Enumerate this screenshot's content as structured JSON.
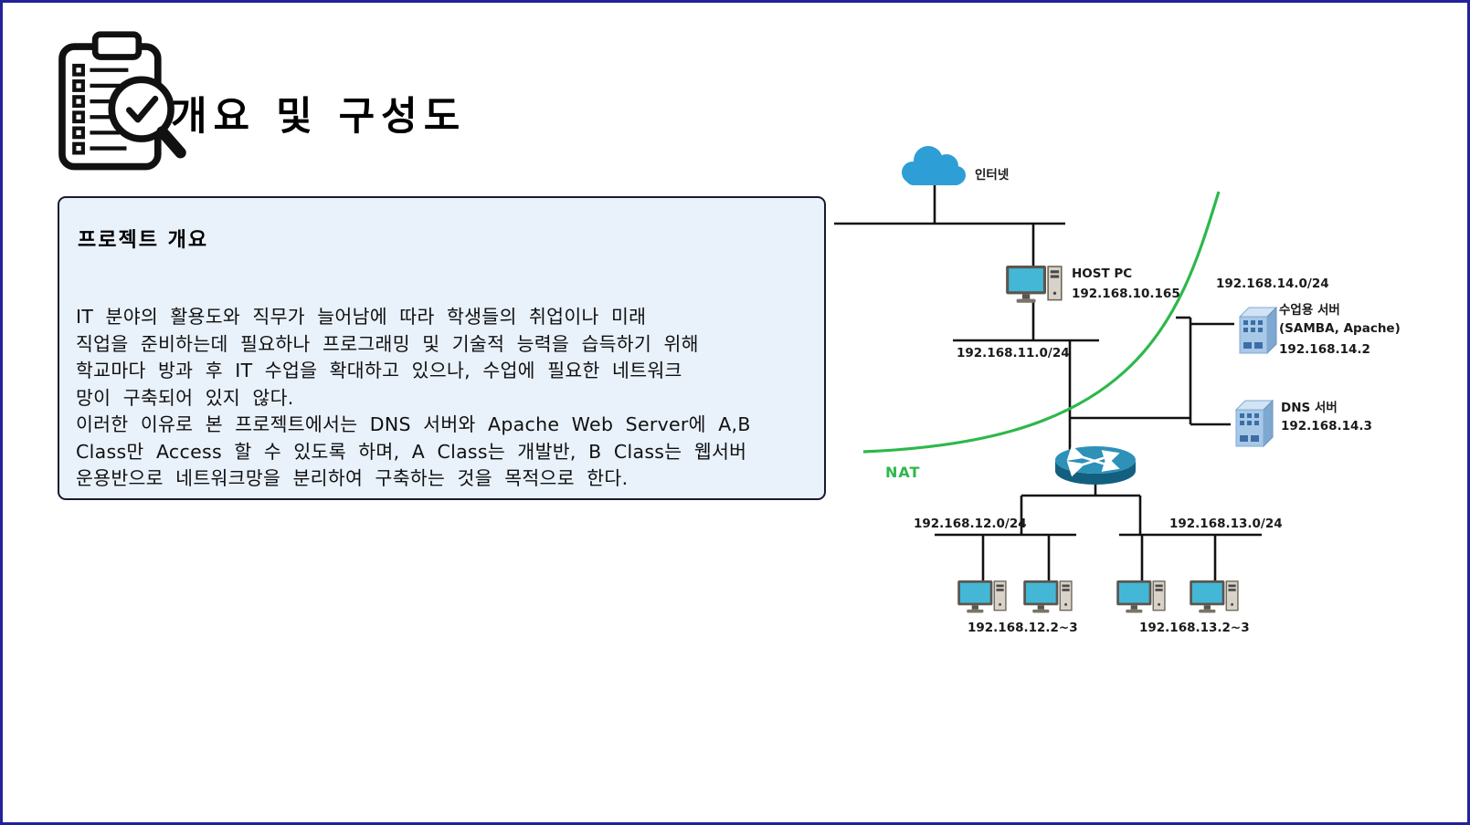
{
  "header": {
    "title": "개요 및 구성도",
    "icon": "clipboard-magnifier-icon"
  },
  "overview": {
    "heading": "프로젝트 개요",
    "body_lines": [
      "IT 분야의 활용도와 직무가 늘어남에 따라 학생들의 취업이나 미래",
      "직업을 준비하는데 필요하나 프로그래밍 및 기술적 능력을 습득하기 위해",
      "학교마다 방과 후 IT 수업을 확대하고 있으나, 수업에 필요한 네트워크",
      "망이 구축되어 있지 않다.",
      "이러한 이유로 본 프로젝트에서는 DNS 서버와 Apache Web Server에 A,B",
      "Class만 Access 할 수 있도록 하며, A Class는 개발반, B Class는 웹서버",
      "운용반으로 네트워크망을 분리하여 구축하는 것을 목적으로 한다."
    ]
  },
  "diagram": {
    "internet_label": "인터넷",
    "host_pc": {
      "name": "HOST PC",
      "ip": "192.168.10.165"
    },
    "subnet_11": "192.168.11.0/24",
    "subnet_14": "192.168.14.0/24",
    "class_server": {
      "name": "수업용 서버",
      "detail": "(SAMBA, Apache)",
      "ip": "192.168.14.2"
    },
    "dns_server": {
      "name": "DNS 서버",
      "ip": "192.168.14.3"
    },
    "nat_label": "NAT",
    "subnet_12": {
      "cidr": "192.168.12.0/24",
      "range": "192.168.12.2~3"
    },
    "subnet_13": {
      "cidr": "192.168.13.0/24",
      "range": "192.168.13.2~3"
    },
    "colors": {
      "nat_green": "#2db84b",
      "cloud_blue": "#2d9fd6",
      "router_teal": "#1d7ba0",
      "server_blue": "#a8c8e8",
      "line_black": "#111111"
    }
  }
}
